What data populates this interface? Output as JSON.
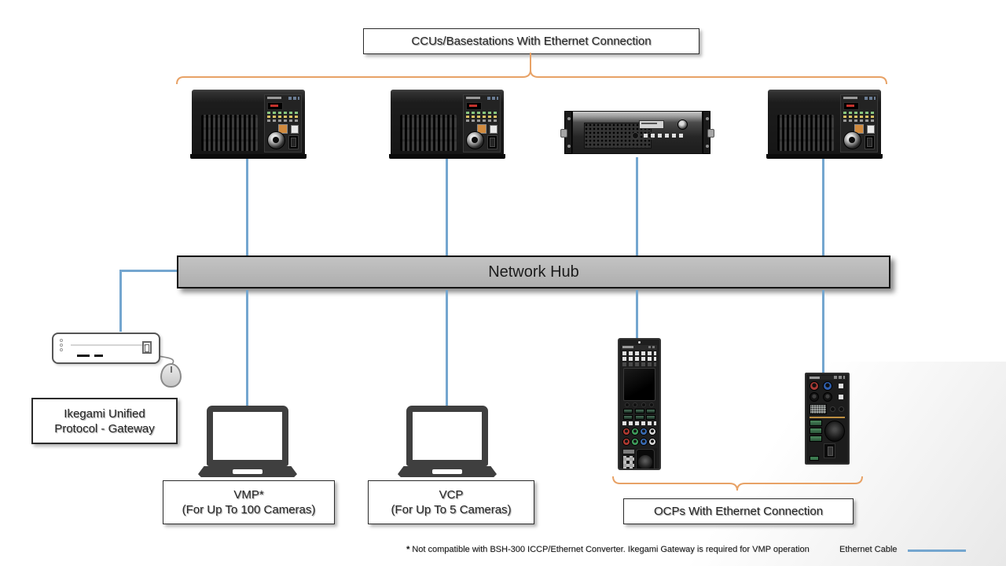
{
  "labels": {
    "ccu_group": "CCUs/Basestations With Ethernet Connection",
    "network_hub": "Network Hub",
    "gateway_line1": "Ikegami Unified",
    "gateway_line2": "Protocol - Gateway",
    "vmp_title": "VMP*",
    "vmp_sub": "(For Up To 100 Cameras)",
    "vcp_title": "VCP",
    "vcp_sub": "(For Up To 5 Cameras)",
    "ocp_group": "OCPs With Ethernet Connection",
    "footnote_marker": "*",
    "footnote_text": "Not compatible with BSH-300 ICCP/Ethernet Converter. Ikegami Gateway is required for VMP operation",
    "legend_ethernet": "Ethernet Cable"
  },
  "colors": {
    "ethernet_line": "#74a6cf",
    "bracket": "#e8a266",
    "hub_fill": "#b5b5b5"
  },
  "icons": {
    "ccu_device": "ccu-basestation-icon",
    "converter_device": "rack-converter-icon",
    "gateway_device": "gateway-pc-icon",
    "mouse": "mouse-icon",
    "laptop": "laptop-icon",
    "ocp_large": "ocp-panel-large-icon",
    "ocp_small": "ocp-panel-small-icon"
  }
}
